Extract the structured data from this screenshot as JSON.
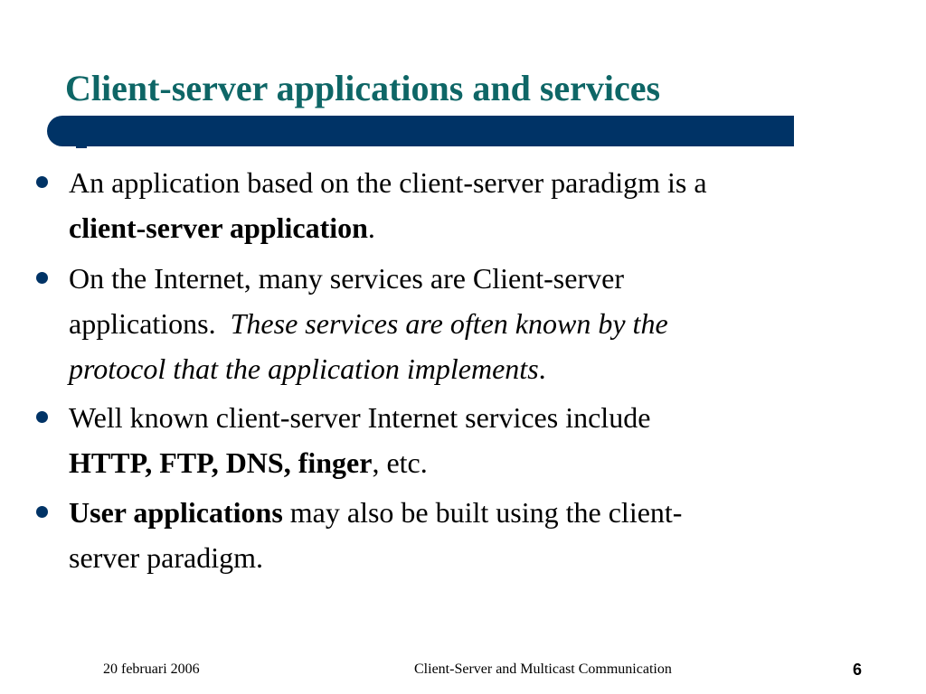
{
  "colors": {
    "title": "#0e6666",
    "accent": "#003366",
    "text": "#000000"
  },
  "slide": {
    "title": "Client-server applications and services"
  },
  "bullets": [
    {
      "line1": "An application based on the client-server paradigm is a",
      "line2_bold": "client-server application",
      "line2_end": "."
    },
    {
      "line1": "On the Internet, many services are Client-server",
      "line2_plain": "applications.",
      "line2_italic": "These services are often known by the",
      "line3_italic": "protocol that the application implements",
      "line3_end": "."
    },
    {
      "line1": "Well known client-server Internet services include",
      "line2_bold": "HTTP, FTP, DNS, finger",
      "line2_end": ", etc."
    },
    {
      "line1_bold": "User applications",
      "line1_plain": "may also be built using the client-",
      "line2": "server paradigm."
    }
  ],
  "footer": {
    "date": "20 februari 2006",
    "center": "Client-Server and Multicast Communication",
    "page": "6"
  }
}
